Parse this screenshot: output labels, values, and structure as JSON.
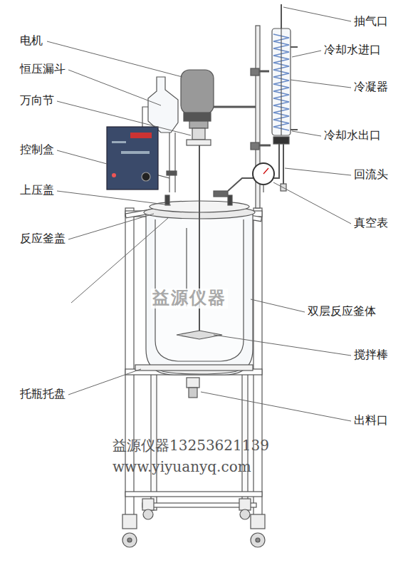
{
  "diagram": {
    "labels": [
      "电机",
      "恒压漏斗",
      "万向节",
      "控制盒",
      "上压盖",
      "反应釜盖",
      "托瓶托盘",
      "抽气口",
      "冷却水进口",
      "冷凝器",
      "冷却水出口",
      "回流头",
      "真空表",
      "双层反应釜体",
      "搅拌棒",
      "出料口",
      "益源仪器",
      "益源仪器13253621139",
      "www.yiyuanyq.com"
    ]
  }
}
